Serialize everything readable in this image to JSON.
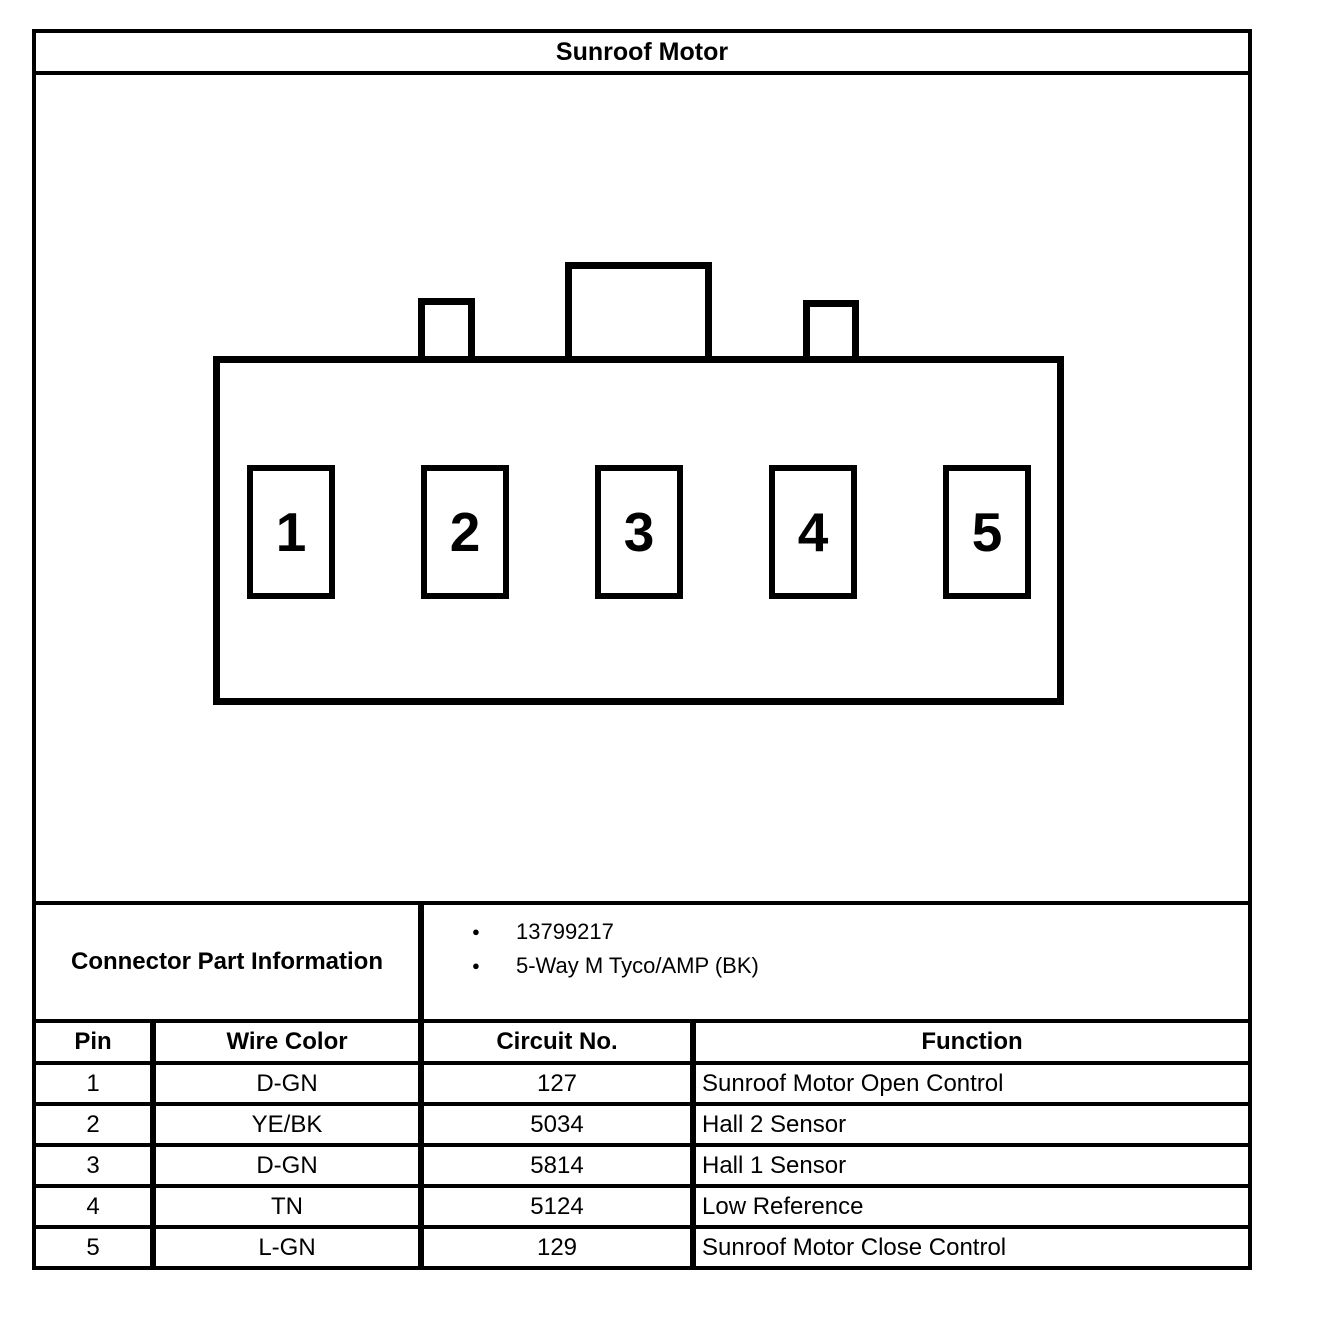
{
  "title": "Sunroof Motor",
  "connector": {
    "pins": [
      "1",
      "2",
      "3",
      "4",
      "5"
    ]
  },
  "part_info": {
    "label": "Connector Part Information",
    "bullets": [
      "13799217",
      "5-Way M Tyco/AMP (BK)"
    ],
    "bullet_glyph": "●"
  },
  "pin_table": {
    "headers": [
      "Pin",
      "Wire Color",
      "Circuit No.",
      "Function"
    ],
    "rows": [
      [
        "1",
        "D-GN",
        "127",
        "Sunroof Motor Open Control"
      ],
      [
        "2",
        "YE/BK",
        "5034",
        "Hall 2 Sensor"
      ],
      [
        "3",
        "D-GN",
        "5814",
        "Hall 1 Sensor"
      ],
      [
        "4",
        "TN",
        "5124",
        "Low Reference"
      ],
      [
        "5",
        "L-GN",
        "129",
        "Sunroof Motor Close Control"
      ]
    ]
  },
  "colors": {
    "ink": "#000000",
    "paper": "#ffffff"
  }
}
